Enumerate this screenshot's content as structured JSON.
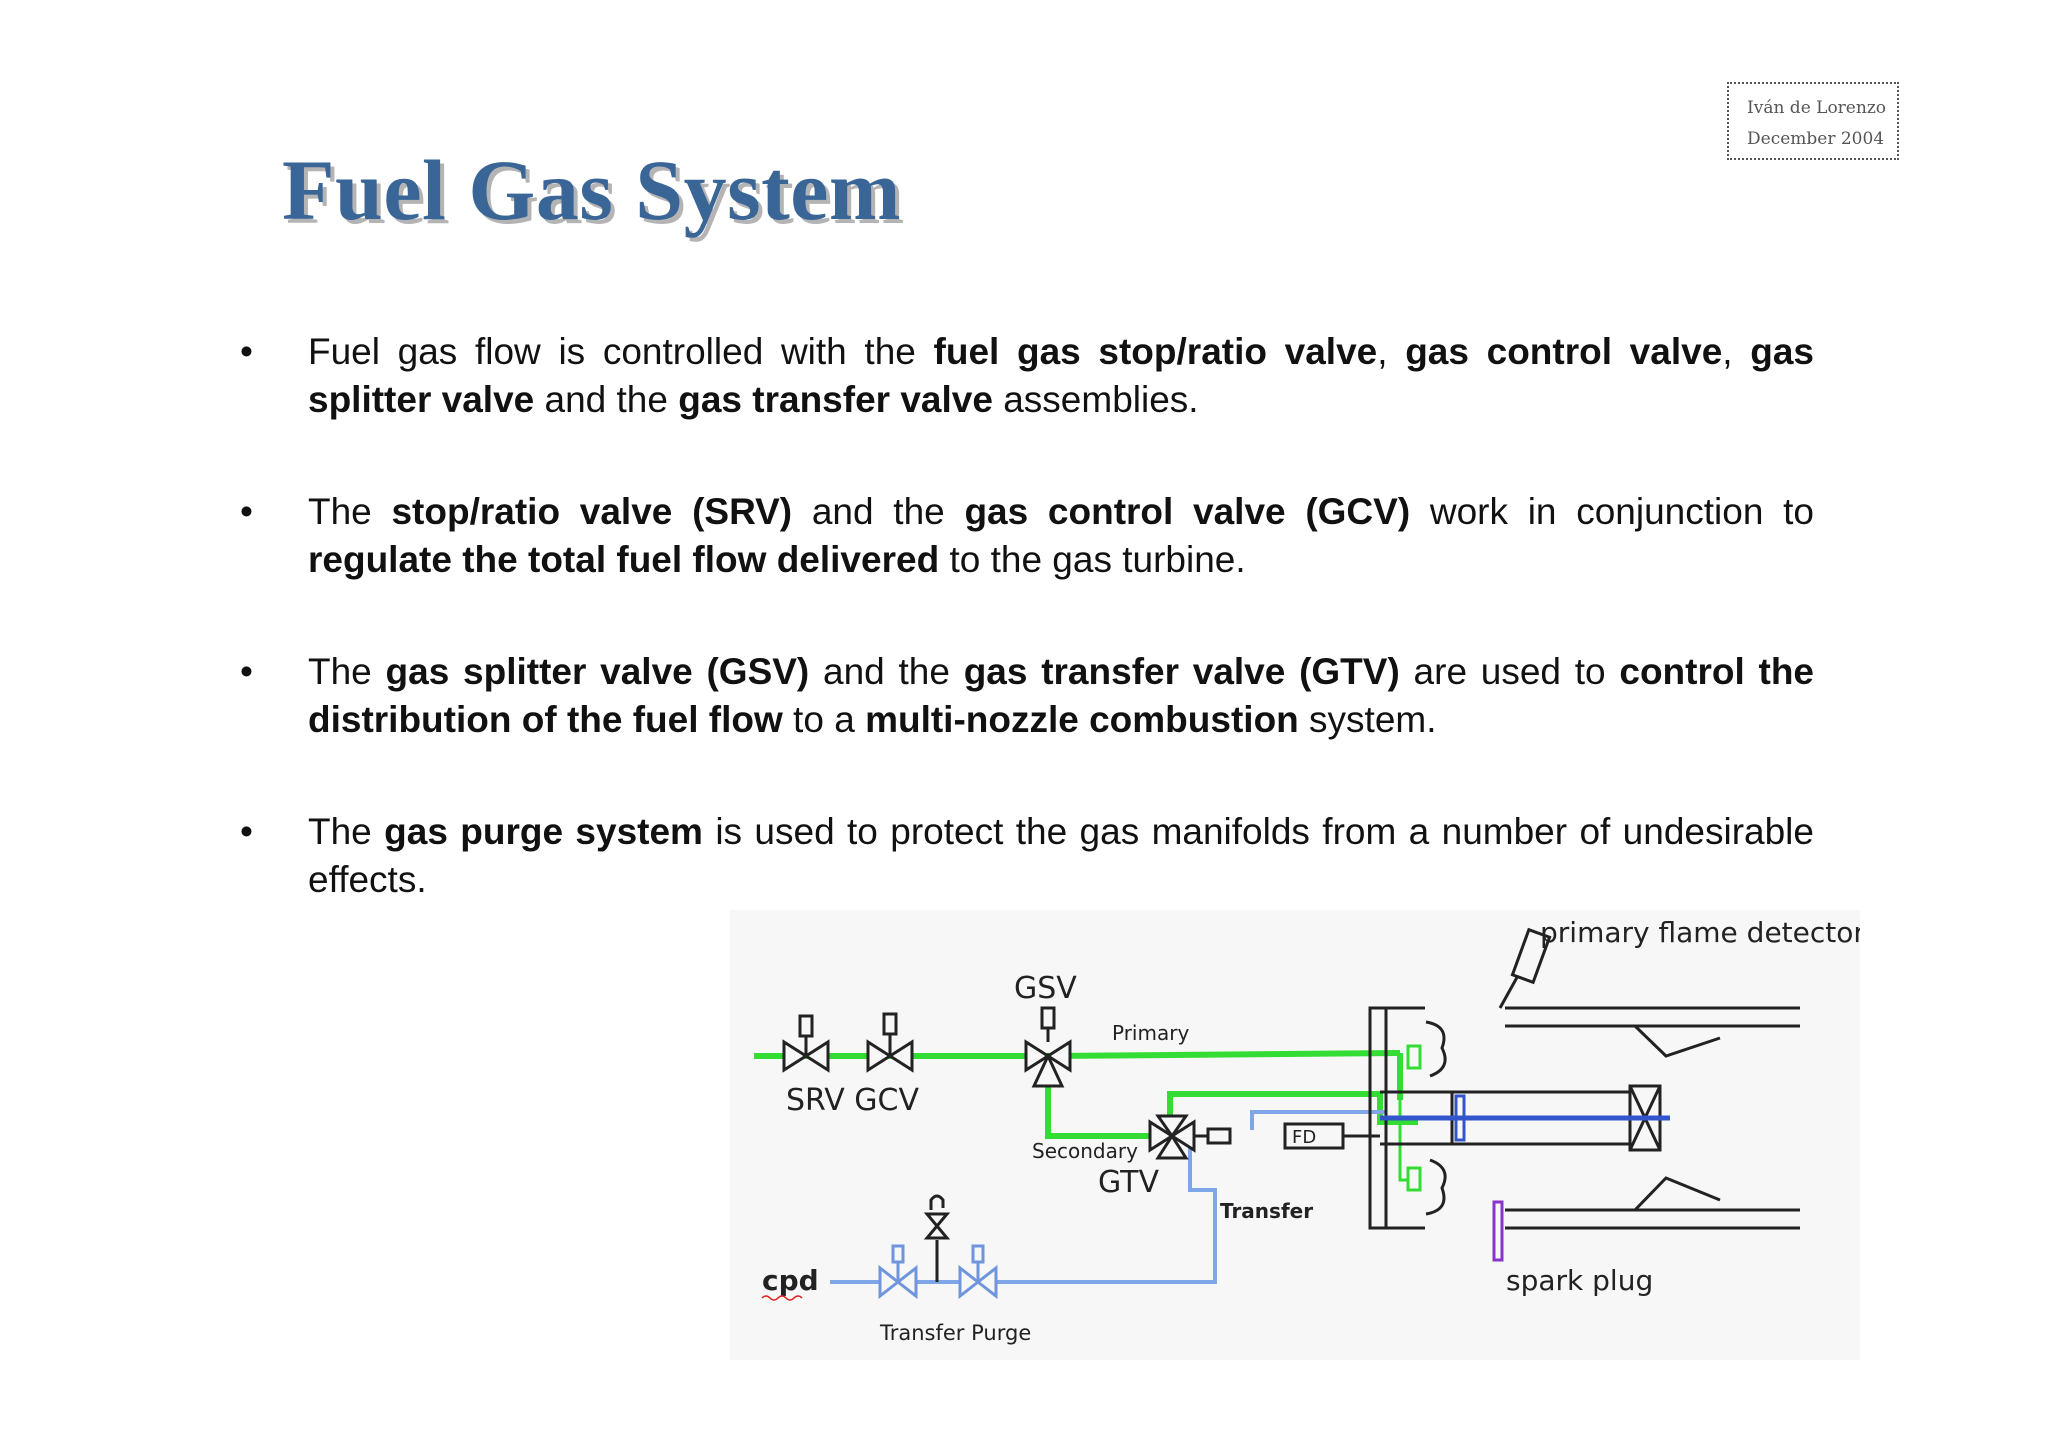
{
  "author": {
    "name": "Iván de Lorenzo",
    "date": "December 2004"
  },
  "title": "Fuel Gas System",
  "bullets": [
    {
      "t1": "Fuel gas flow is controlled with the ",
      "b1": "fuel gas stop/ratio valve",
      "t2": ", ",
      "b2": "gas control valve",
      "t3": ", ",
      "b3": "gas splitter valve",
      "t4": " and the ",
      "b4": "gas transfer valve",
      "t5": " assemblies."
    },
    {
      "t1": "The ",
      "b1": "stop/ratio valve (SRV)",
      "t2": " and the ",
      "b2": "gas control valve (GCV)",
      "t3": " work in conjunction to ",
      "b3": "regulate the total fuel flow delivered",
      "t4": " to the gas turbine."
    },
    {
      "t1": "The ",
      "b1": "gas splitter valve (GSV)",
      "t2": " and the ",
      "b2": "gas transfer valve (GTV)",
      "t3": " are used to ",
      "b3": "control the distribution of the fuel flow",
      "t4": " to a ",
      "b4": "multi-nozzle combustion",
      "t5": " system."
    },
    {
      "t1": "The ",
      "b1": "gas purge system",
      "t2": " is used to protect the gas manifolds from a number of undesirable effects."
    }
  ],
  "diagram": {
    "labels": {
      "srv_gcv": "SRV GCV",
      "gsv": "GSV",
      "primary": "Primary",
      "secondary": "Secondary",
      "gtv": "GTV",
      "transfer": "Transfer",
      "fd": "FD",
      "cpd": "cpd",
      "transfer_purge": "Transfer Purge",
      "primary_flame_detector": "primary flame detector",
      "spark_plug": "spark plug"
    },
    "colors": {
      "gas_line": "#33dd33",
      "transfer_line": "#7fa6e6",
      "nozzle": "#3355cc",
      "spark": "#8833cc"
    }
  }
}
